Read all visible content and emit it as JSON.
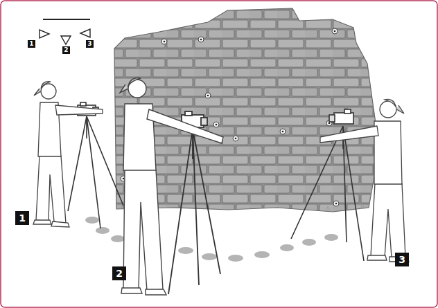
{
  "diagram": {
    "nodes": [
      {
        "text": [
          "1"
        ]
      },
      {
        "text": [
          "2"
        ]
      },
      {
        "text": [
          "3"
        ]
      },
      {
        "text": [
          "1"
        ]
      },
      {
        "text": [
          "2"
        ]
      },
      {
        "text": [
          "3"
        ]
      }
    ]
  }
}
